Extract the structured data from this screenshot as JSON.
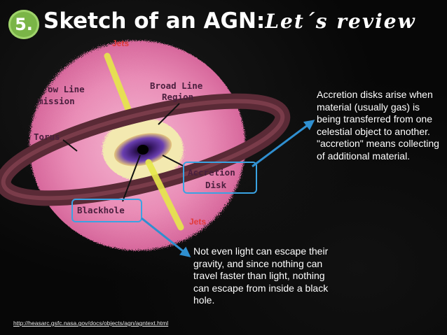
{
  "slide": {
    "number": "5.",
    "title_main": "Sketch of an AGN:",
    "title_emph": "Let´s review"
  },
  "diagram": {
    "jets_top": "Jets",
    "jets_bottom": "Jets",
    "narrow_line_line1": "ow Line",
    "narrow_line_line2": "mission",
    "broad_line_line1": "Broad Line",
    "broad_line_line2": "Region",
    "torus": "Torus",
    "accretion_line1": "Accretion",
    "accretion_line2": "Disk",
    "blackhole": "Blackhole"
  },
  "captions": {
    "accretion": "Accretion disks arise when material (usually gas) is being transferred from one celestial object to another. \"accretion\" means collecting of additional material.",
    "blackhole": "Not even light can escape their gravity, and since nothing can travel faster than light, nothing can escape from inside a black hole."
  },
  "source_url": "http://heasarc.gsfc.nasa.gov/docs/objects/agn/agntext.html",
  "colors": {
    "badge": "#7ab547",
    "halo": "#e07aa6",
    "torus": "#5a2a36",
    "jet": "#e6e84a",
    "callout_border": "#3aa3e3",
    "arrow": "#2f8fd0",
    "jet_label": "#e23a3a"
  }
}
